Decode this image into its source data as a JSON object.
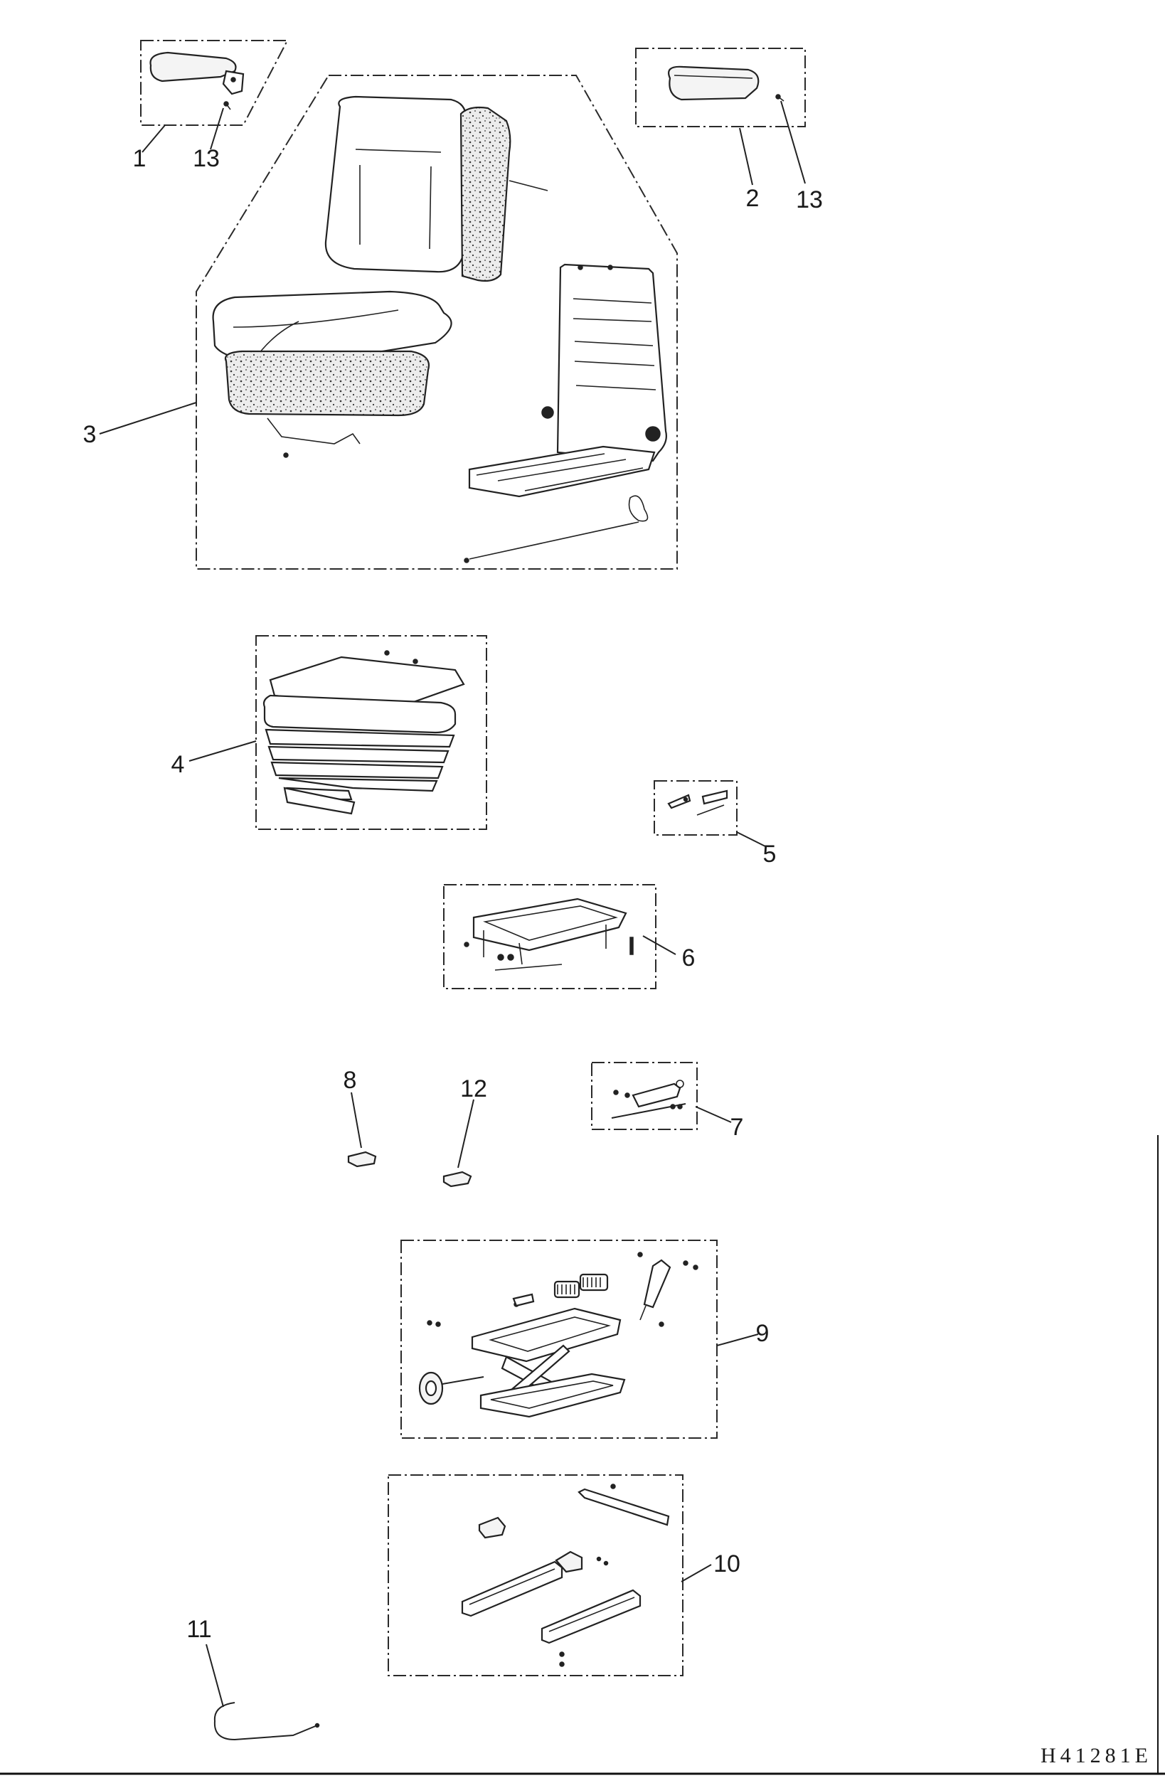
{
  "drawing": {
    "code": "H41281E"
  },
  "callouts": [
    "1",
    "13",
    "2",
    "13",
    "3",
    "4",
    "5",
    "6",
    "8",
    "12",
    "7",
    "9",
    "10",
    "11"
  ],
  "parts": [
    {
      "label": "1",
      "icon": "left-armrest-icon"
    },
    {
      "label": "2",
      "icon": "right-armrest-icon"
    },
    {
      "label": "3",
      "icon": "seat-assembly-icon"
    },
    {
      "label": "4",
      "icon": "suspension-bellows-icon"
    },
    {
      "label": "5",
      "icon": "clip-pair-icon"
    },
    {
      "label": "6",
      "icon": "seat-frame-bracket-icon"
    },
    {
      "label": "7",
      "icon": "rod-bracket-icon"
    },
    {
      "label": "8",
      "icon": "pad-icon"
    },
    {
      "label": "9",
      "icon": "scissor-suspension-icon"
    },
    {
      "label": "10",
      "icon": "slide-rail-icon"
    },
    {
      "label": "11",
      "icon": "bent-rod-icon"
    },
    {
      "label": "12",
      "icon": "pad-icon"
    },
    {
      "label": "13",
      "icon": "screw-icon"
    }
  ]
}
